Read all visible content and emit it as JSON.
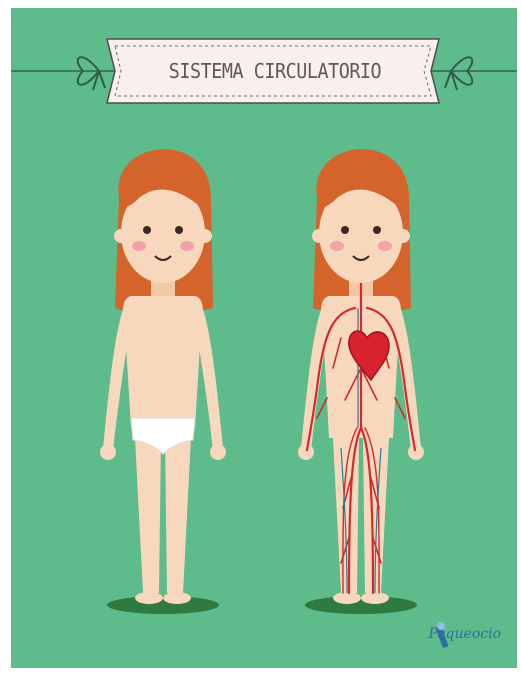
{
  "poster": {
    "title": "SISTEMA CIRCULATORIO",
    "brand": "Pequeocio",
    "background_color": "#5dbb8c",
    "figures": [
      {
        "name": "girl-plain",
        "shows_underwear": true
      },
      {
        "name": "girl-circulatory",
        "shows_blood_vessels": true
      }
    ],
    "colors": {
      "skin": "#f7d8bc",
      "hair": "#d4642b",
      "vessels": "#d42a2a",
      "heart": "#d8232e",
      "ground_shadow": "#2f7a3f",
      "banner": "#fbeeee"
    }
  }
}
